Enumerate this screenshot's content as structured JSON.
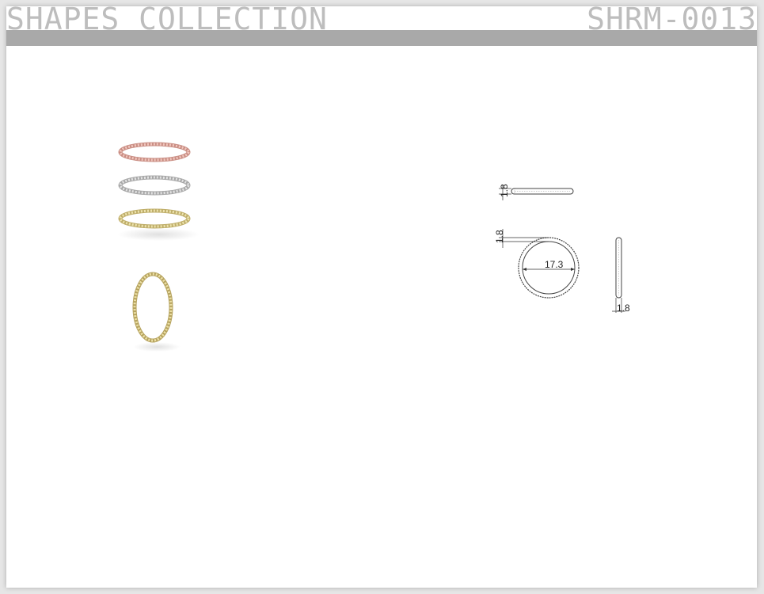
{
  "header": {
    "collection_title": "SHAPES COLLECTION",
    "product_code": "SHRM-0013"
  },
  "drawing": {
    "top_view_thickness": "1.8",
    "front_view_thickness": "1.8",
    "inner_diameter": "17.3",
    "side_view_width": "1.8"
  },
  "colors": {
    "rose_gold": "#d9a49a",
    "white_gold": "#c8c8c8",
    "yellow_gold": "#d8cc8c",
    "header_band": "#a9a9a9",
    "header_text": "#bdbdbd"
  }
}
